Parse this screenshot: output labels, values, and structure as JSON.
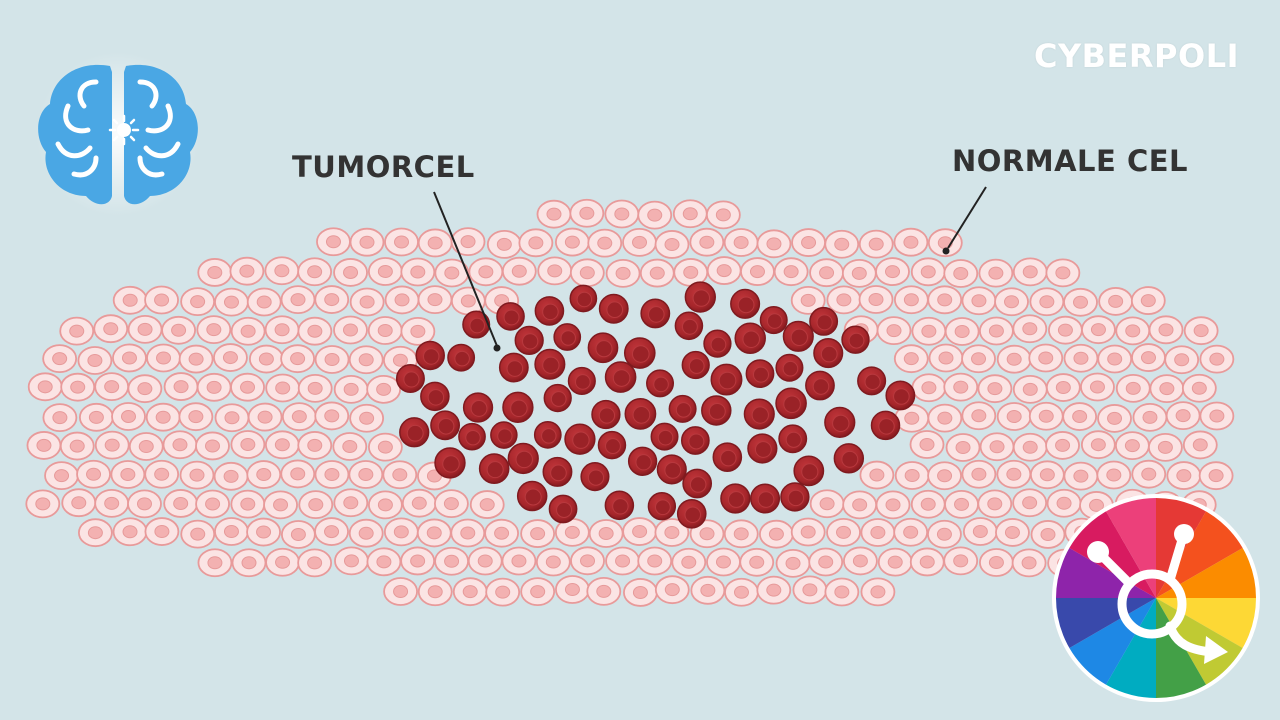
{
  "labels": {
    "tumor": "TUMORCEL",
    "normal": "NORMALE CEL"
  },
  "brand": {
    "name": "CYBERPOLI"
  },
  "icons": {
    "top_left": "brain-icon",
    "bottom_right": "cyberpoli-logo-icon"
  },
  "colors": {
    "background": "#d3e4e8",
    "normal_cell_fill": "#fbe4e4",
    "normal_cell_ring": "#e89a9a",
    "normal_nucleus": "#f3b1b1",
    "tumor_cell": "#a6262b",
    "tumor_cell_dark": "#7f1a1f",
    "label_text": "#333333",
    "brain_blue": "#4aa7e4"
  }
}
